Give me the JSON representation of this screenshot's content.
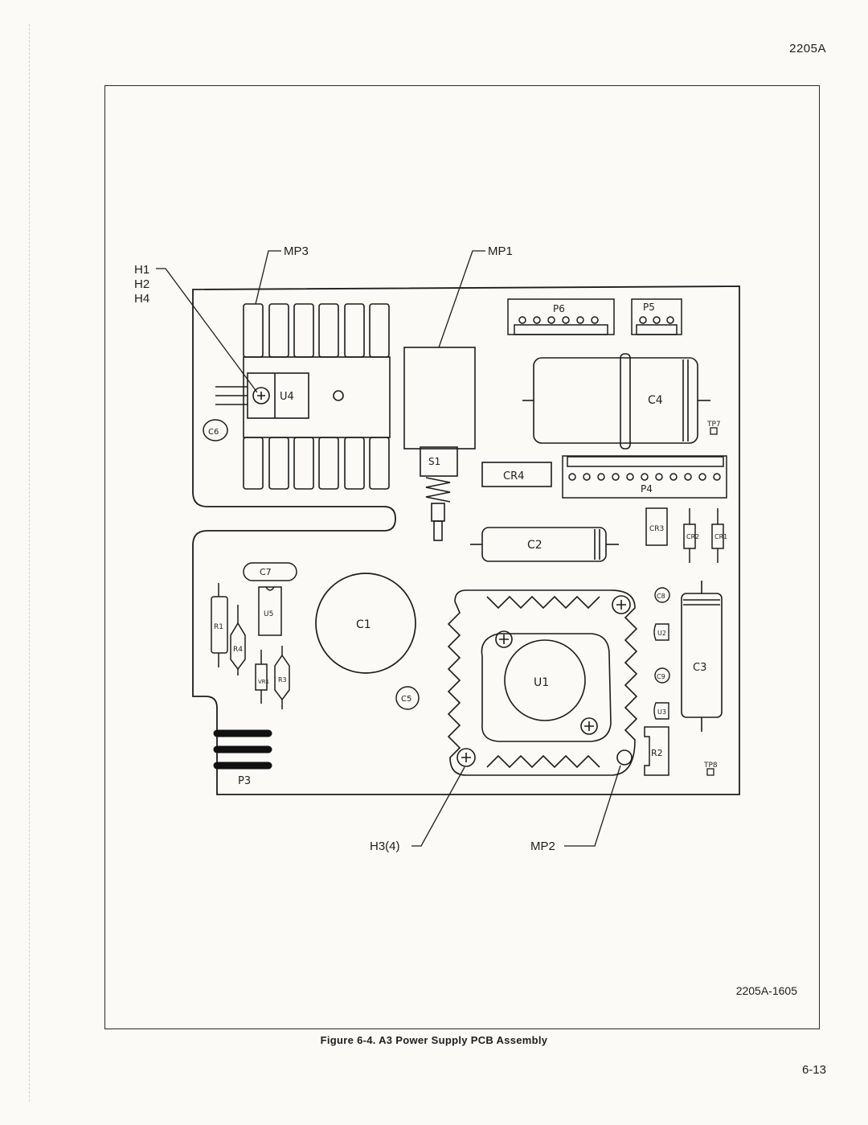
{
  "header": {
    "doc_id": "2205A"
  },
  "footer": {
    "page_number": "6-13"
  },
  "figure": {
    "caption": "Figure 6-4. A3 Power Supply PCB Assembly",
    "drawing_code": "2205A-1605",
    "callouts": {
      "h1": "H1",
      "h2": "H2",
      "h4": "H4",
      "mp3": "MP3",
      "mp1": "MP1",
      "h3": "H3(4)",
      "mp2": "MP2"
    },
    "components": {
      "p6": "P6",
      "p5": "P5",
      "c4": "C4",
      "tp7": "TP7",
      "u4": "U4",
      "c6": "C6",
      "s1": "S1",
      "cr4": "CR4",
      "p4": "P4",
      "cr3": "CR3",
      "cr2": "CR2",
      "cr1": "CR1",
      "c2": "C2",
      "c7": "C7",
      "r1": "R1",
      "r4": "R4",
      "u5": "U5",
      "vr1": "VR1",
      "r3": "R3",
      "c1": "C1",
      "c5": "C5",
      "u1": "U1",
      "c8": "C8",
      "u2": "U2",
      "c9": "C9",
      "u3": "U3",
      "c3": "C3",
      "r2": "R2",
      "tp8": "TP8",
      "p3": "P3"
    }
  }
}
